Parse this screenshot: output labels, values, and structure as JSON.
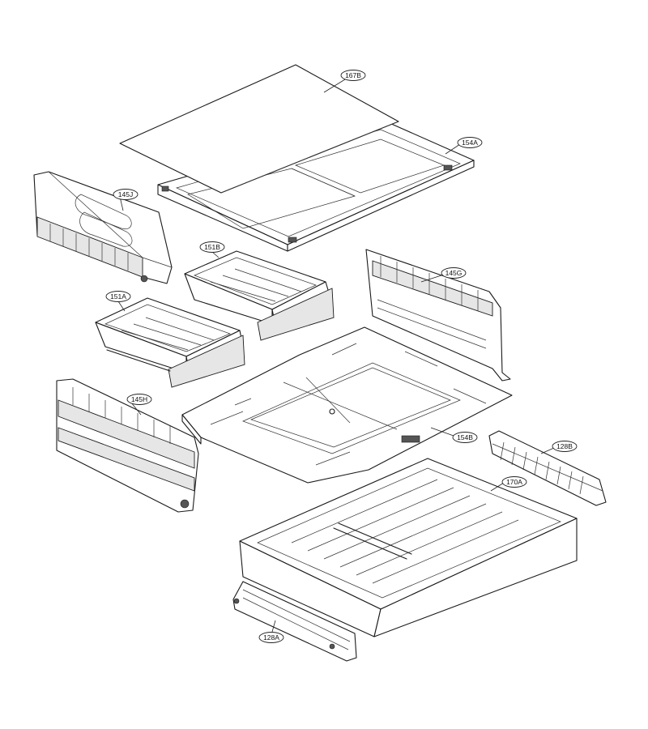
{
  "parts": [
    {
      "id": "glass-shelf",
      "label": "167B"
    },
    {
      "id": "shelf-frame",
      "label": "154A"
    },
    {
      "id": "left-upper-rail",
      "label": "145J"
    },
    {
      "id": "right-upper-drawer",
      "label": "151B"
    },
    {
      "id": "left-upper-drawer",
      "label": "151A"
    },
    {
      "id": "right-rail",
      "label": "145G"
    },
    {
      "id": "left-lower-rail",
      "label": "145H"
    },
    {
      "id": "divider-cover",
      "label": "154B"
    },
    {
      "id": "right-slide-rail",
      "label": "128B"
    },
    {
      "id": "lower-drawer",
      "label": "170A"
    },
    {
      "id": "left-slide-rail",
      "label": "128A"
    }
  ]
}
